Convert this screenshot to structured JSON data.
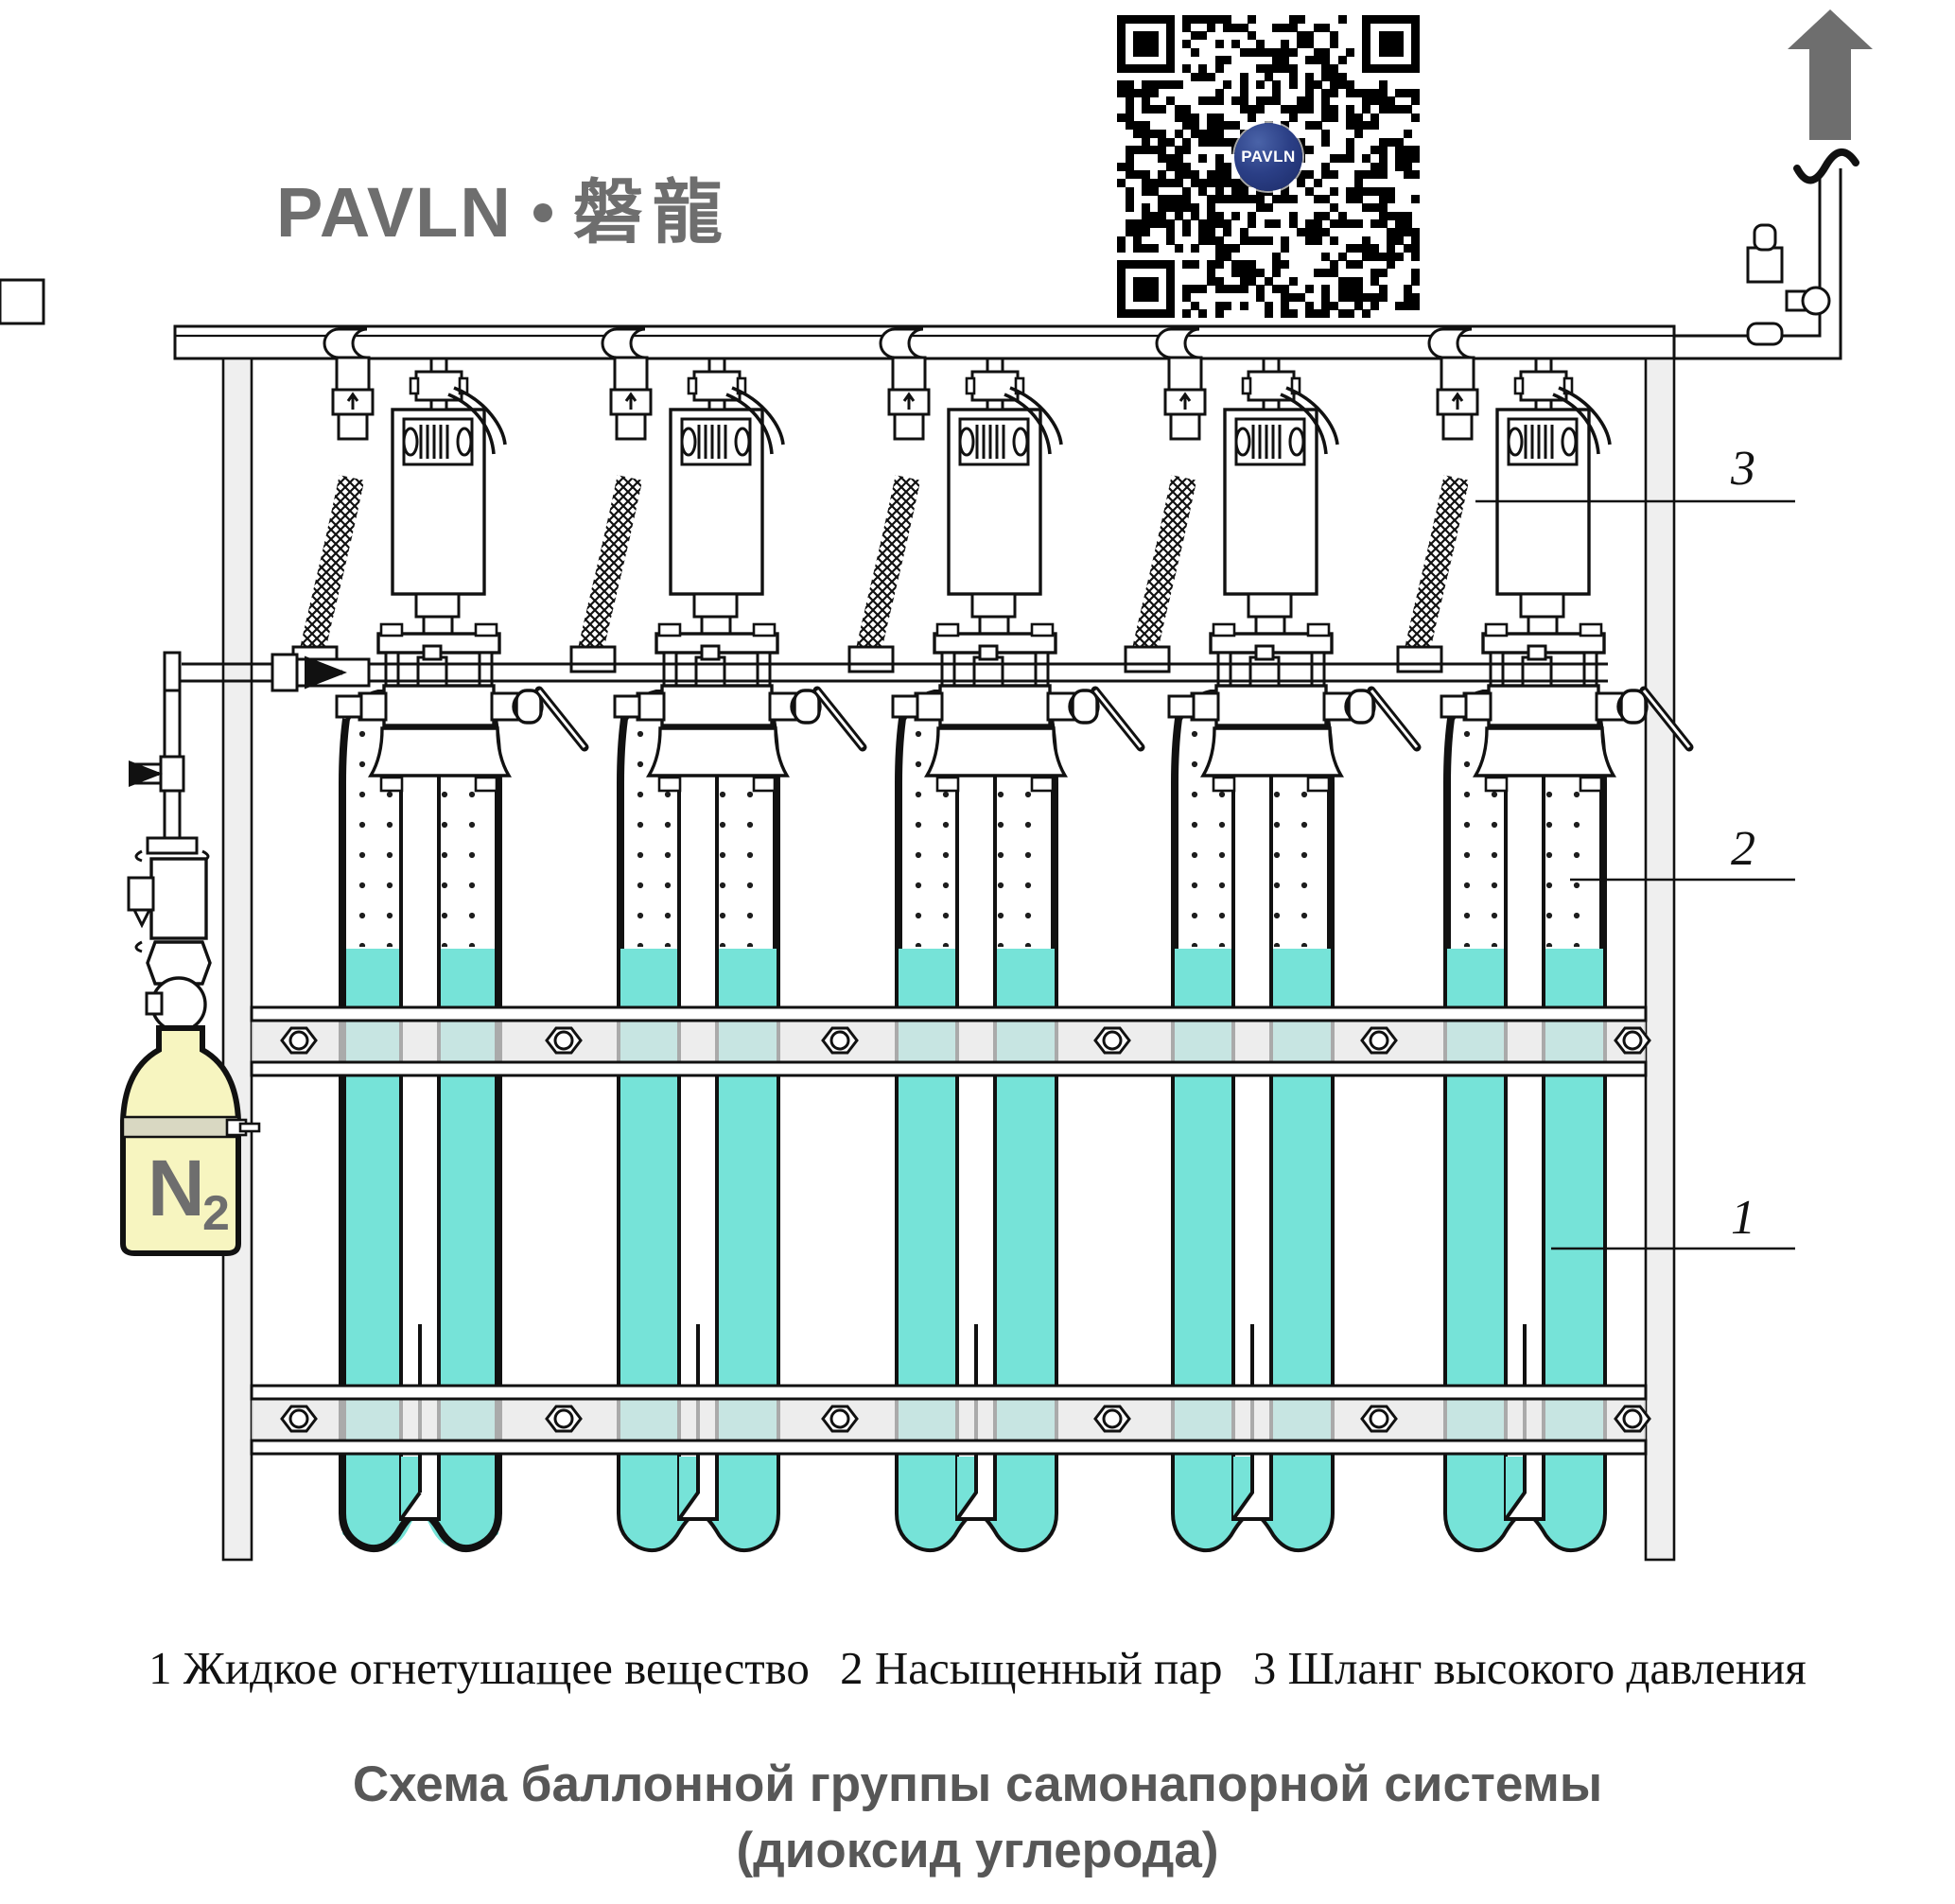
{
  "brand": {
    "logo_text": "PAVLN",
    "logo_separator": "·",
    "logo_cjk": "磐龍",
    "qr_badge_label": "PAVLN",
    "logo_color": "#6e6e6e",
    "badge_color": "#2b3f86"
  },
  "callouts": [
    {
      "id": "3",
      "label": "3",
      "target": "high-pressure-hose"
    },
    {
      "id": "2",
      "label": "2",
      "target": "saturated-vapour"
    },
    {
      "id": "1",
      "label": "1",
      "target": "liquid-extinguishing-agent"
    }
  ],
  "legend": {
    "item1": "1 Жидкое огнетушащее вещество",
    "item2": "2 Насыщенный пар",
    "item3": "3 Шланг высокого давления"
  },
  "title": {
    "line1": "Схема баллонной группы самонапорной системы",
    "line2": "(диоксид углерода)"
  },
  "nitrogen_cylinder": {
    "label": "N",
    "subscript": "2",
    "body_color": "#f7f5c0",
    "band_color": "#d9d8c2",
    "label_color": "#6e6e6e"
  },
  "co2_cylinders": {
    "count": 5,
    "liquid_color": "#76e3d8",
    "vapour_color": "#ffffff",
    "liquid_level_label": "liquid fill line",
    "outline_color": "#000000"
  },
  "frame": {
    "post_color": "#efefef",
    "rail_color": "#e6e6e6",
    "rail_count": 2,
    "clamp_icon": "hex-nut-icon"
  },
  "outlet": {
    "arrow_label": "flow-arrow-up",
    "arrow_color": "#6e6e6e",
    "break_symbol": "pipe-break-symbol"
  }
}
